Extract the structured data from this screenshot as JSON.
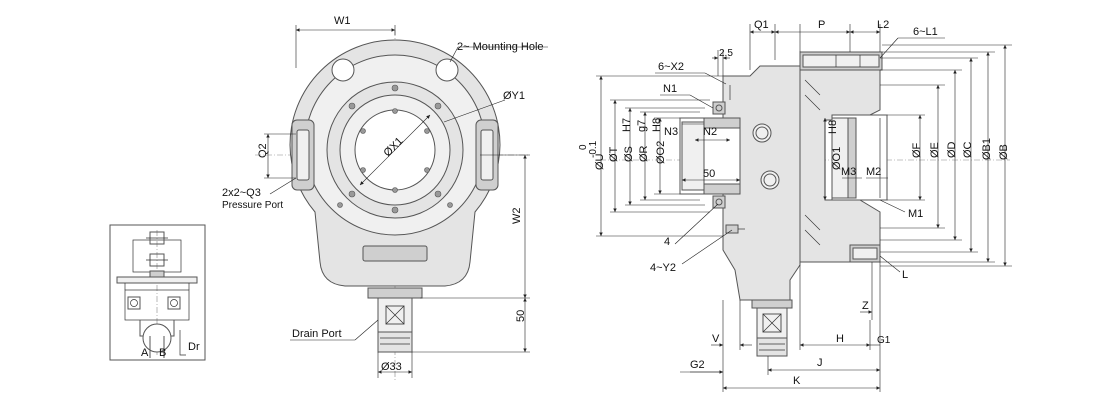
{
  "front_view": {
    "w1": "W1",
    "mounting_hole": "2~ Mounting Hole",
    "y1": "ØY1",
    "x1": "ØX1",
    "q2": "Q2",
    "pressure_port_count": "2x2~Q3",
    "pressure_port": "Pressure Port",
    "w2": "W2",
    "dim_50": "50",
    "drain_port": "Drain Port",
    "dia_33": "Ø33"
  },
  "side_view": {
    "q1": "Q1",
    "p": "P",
    "l2": "L2",
    "l1_count": "6~L1",
    "dim_2_5": "2.5",
    "x2_count": "6~X2",
    "n1": "N1",
    "u": "ØU",
    "u_tol_upper": "0",
    "u_tol_lower": "-0.1",
    "t": "ØT",
    "s": "ØS",
    "h7": "H7",
    "r": "ØR",
    "g7": "g7",
    "o2": "ØO2",
    "h8_left": "H8",
    "n3": "N3",
    "n2": "N2",
    "dim_50": "50",
    "o1": "ØO1",
    "h8_right": "H8",
    "m3": "M3",
    "m2": "M2",
    "f": "ØF",
    "e": "ØE",
    "d": "ØD",
    "c": "ØC",
    "b1": "ØB1",
    "b": "ØB",
    "m1": "M1",
    "dim_4": "4",
    "y2_count": "4~Y2",
    "l": "L",
    "z": "Z",
    "v": "V",
    "h": "H",
    "g1": "G1",
    "g2": "G2",
    "j": "J",
    "k": "K"
  },
  "schematic": {
    "a": "A",
    "b": "B",
    "dr": "Dr"
  }
}
